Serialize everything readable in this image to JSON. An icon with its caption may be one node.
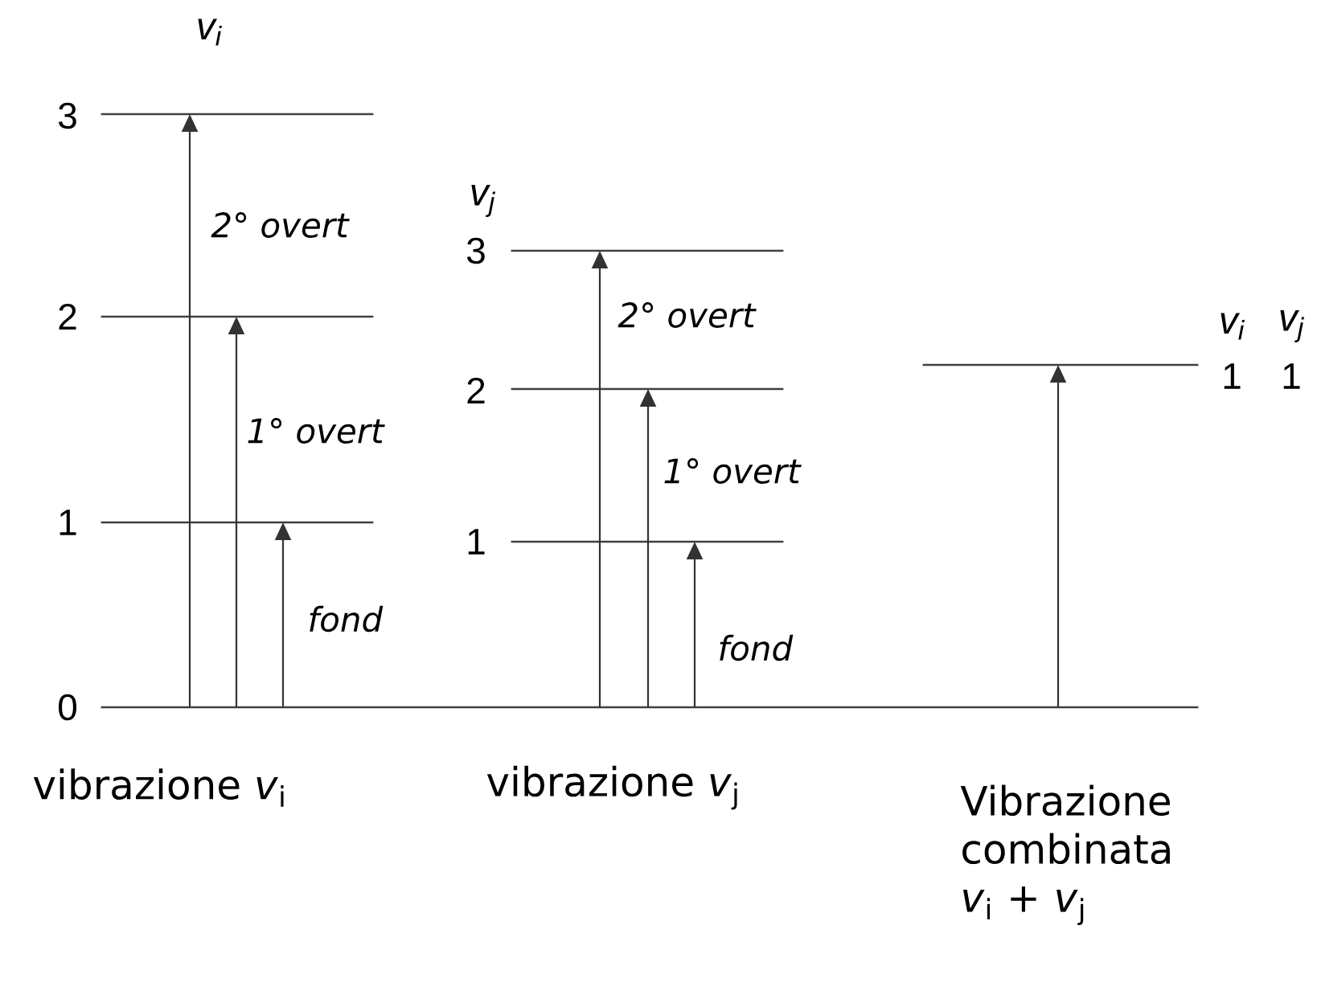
{
  "diagram": {
    "nodes": [
      {
        "text": [],
        "shape": "line",
        "beside": [
          "0"
        ]
      },
      {
        "text": [],
        "shape": "line",
        "beside": [
          "1"
        ]
      },
      {
        "text": [],
        "shape": "line",
        "beside": [
          "2"
        ]
      },
      {
        "text": [],
        "shape": "line",
        "beside": [
          "3"
        ]
      },
      {
        "text": [],
        "shape": "line",
        "beside": [
          "1"
        ]
      },
      {
        "text": [],
        "shape": "line",
        "beside": [
          "2"
        ]
      },
      {
        "text": [],
        "shape": "line",
        "beside": [
          "3"
        ]
      },
      {
        "text": [],
        "shape": "line",
        "beside": [
          "1",
          "1"
        ]
      }
    ],
    "edges": [
      {
        "from": 0,
        "to": 3,
        "arrow": "to",
        "label": "2° overt"
      },
      {
        "from": 0,
        "to": 2,
        "arrow": "to",
        "label": "1° overt"
      },
      {
        "from": 0,
        "to": 1,
        "arrow": "to",
        "label": "fond"
      },
      {
        "from": 0,
        "to": 6,
        "arrow": "to",
        "label": "2° overt"
      },
      {
        "from": 0,
        "to": 5,
        "arrow": "to",
        "label": "1° overt"
      },
      {
        "from": 0,
        "to": 4,
        "arrow": "to",
        "label": "fond"
      },
      {
        "from": 0,
        "to": 7,
        "arrow": "to"
      }
    ],
    "labels": [
      "v$_{i}$",
      "v$_{j}$",
      "v$_{i}$",
      "v$_{j}$",
      "vibrazione *v*$_{i}$",
      "vibrazione *v*$_{j}$",
      "Vibrazione combinata *v*$_{i}$ + *v*$_{j}$"
    ]
  }
}
